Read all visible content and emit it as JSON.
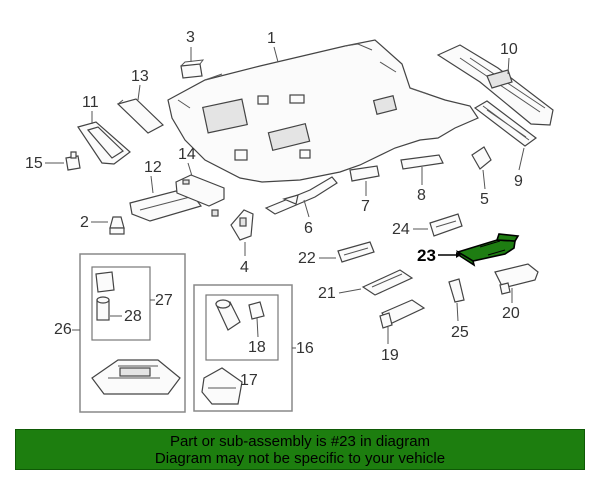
{
  "callouts": {
    "c1": "1",
    "c2": "2",
    "c3": "3",
    "c4": "4",
    "c5": "5",
    "c6": "6",
    "c7": "7",
    "c8": "8",
    "c9": "9",
    "c10": "10",
    "c11": "11",
    "c12": "12",
    "c13": "13",
    "c14": "14",
    "c15": "15",
    "c16": "16",
    "c17": "17",
    "c18": "18",
    "c19": "19",
    "c20": "20",
    "c21": "21",
    "c22": "22",
    "c23": "23",
    "c24": "24",
    "c25": "25",
    "c26": "26",
    "c27": "27",
    "c28": "28"
  },
  "highlight_color": "#1e7d12",
  "banner": {
    "line1": "Part or sub-assembly is #23 in diagram",
    "line2": "Diagram may not be specific to your vehicle",
    "background": "#1d7e0f"
  }
}
